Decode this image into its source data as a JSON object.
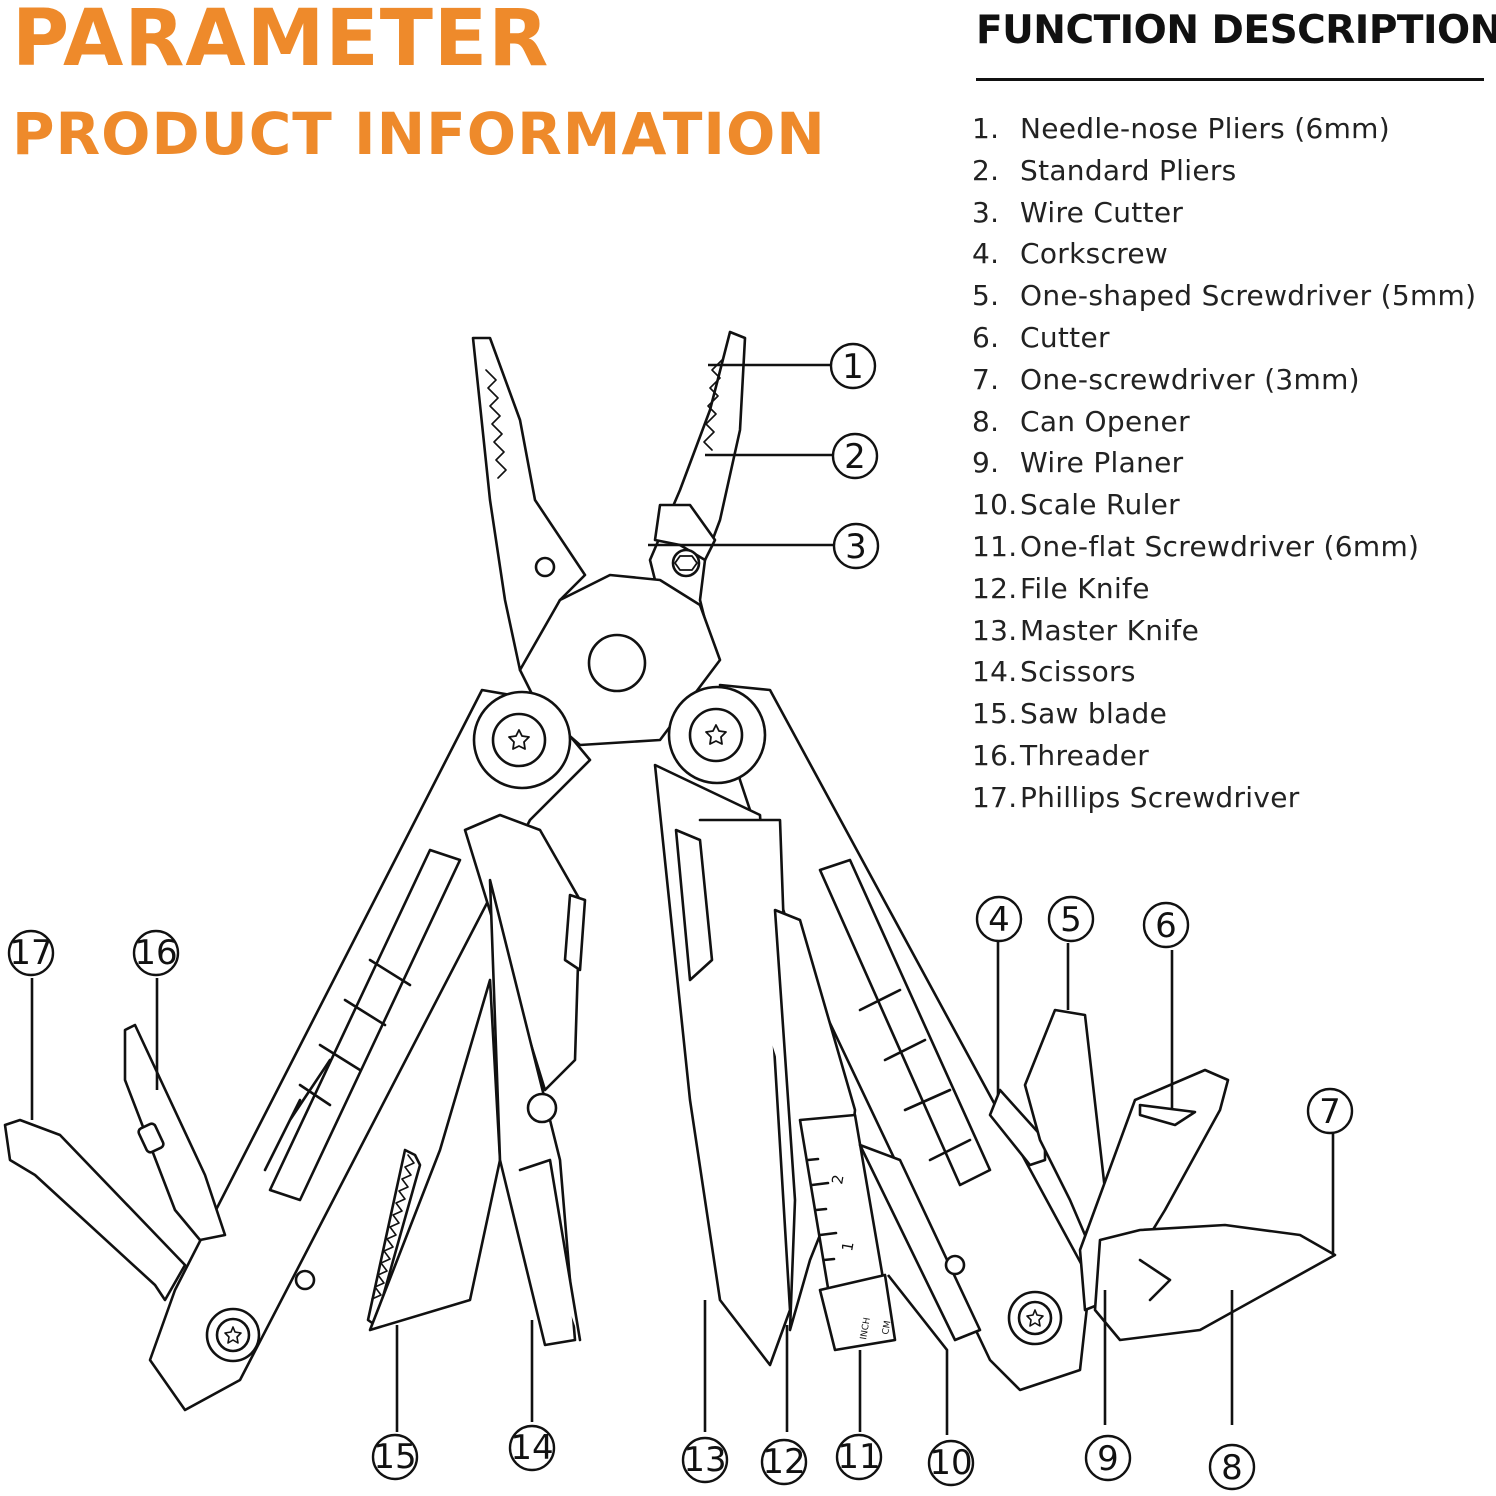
{
  "header": {
    "title": "PARAMETER",
    "subtitle": "PRODUCT INFORMATION",
    "title_color": "#ee8a2b"
  },
  "function_description": {
    "heading": "FUNCTION DESCRIPTION",
    "items": [
      {
        "num": "1.",
        "label": "Needle-nose Pliers (6mm)"
      },
      {
        "num": "2.",
        "label": "Standard Pliers"
      },
      {
        "num": "3.",
        "label": "Wire Cutter"
      },
      {
        "num": "4.",
        "label": "Corkscrew"
      },
      {
        "num": "5.",
        "label": "One-shaped Screwdriver (5mm)"
      },
      {
        "num": "6.",
        "label": "Cutter"
      },
      {
        "num": "7.",
        "label": "One-screwdriver (3mm)"
      },
      {
        "num": "8.",
        "label": "Can Opener"
      },
      {
        "num": "9.",
        "label": "Wire Planer"
      },
      {
        "num": "10.",
        "label": "Scale Ruler"
      },
      {
        "num": "11.",
        "label": "One-flat Screwdriver (6mm)"
      },
      {
        "num": "12.",
        "label": "File Knife"
      },
      {
        "num": "13.",
        "label": "Master Knife"
      },
      {
        "num": "14.",
        "label": "Scissors"
      },
      {
        "num": "15.",
        "label": "Saw blade"
      },
      {
        "num": "16.",
        "label": "Threader"
      },
      {
        "num": "17.",
        "label": "Phillips Screwdriver"
      }
    ]
  },
  "callouts": [
    "1",
    "2",
    "3",
    "4",
    "5",
    "6",
    "7",
    "8",
    "9",
    "10",
    "11",
    "12",
    "13",
    "14",
    "15",
    "16",
    "17"
  ],
  "ruler": {
    "tick_1": "1",
    "tick_2": "2",
    "unit_inch": "INCH",
    "unit_cm": "CM"
  }
}
